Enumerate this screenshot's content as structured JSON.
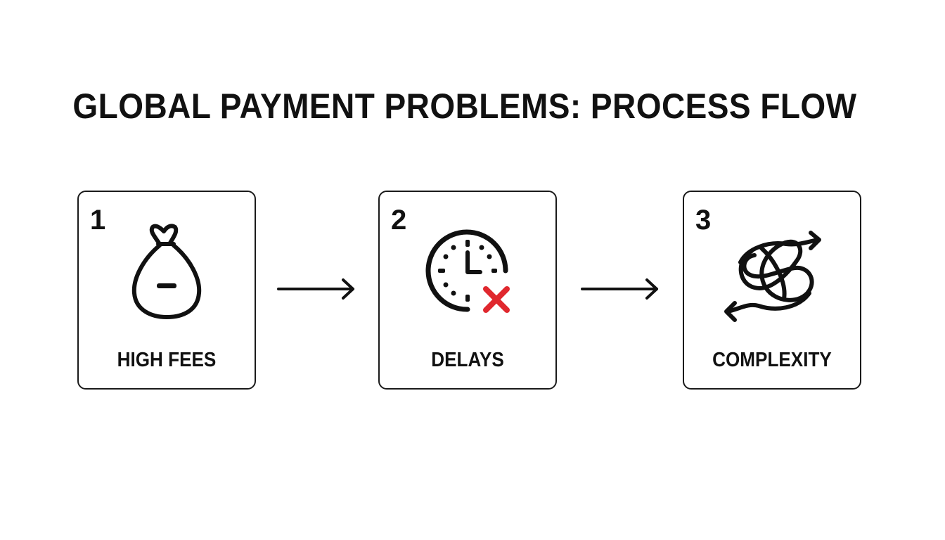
{
  "diagram": {
    "title": "GLOBAL PAYMENT PROBLEMS: PROCESS FLOW",
    "steps": [
      {
        "number": "1",
        "label": "HIGH FEES",
        "icon": "money-bag-minus-icon"
      },
      {
        "number": "2",
        "label": "DELAYS",
        "icon": "clock-cross-icon"
      },
      {
        "number": "3",
        "label": "COMPLEXITY",
        "icon": "tangled-arrows-icon"
      }
    ],
    "connectors": [
      "right-arrow",
      "right-arrow"
    ],
    "colors": {
      "ink": "#111111",
      "accent_red": "#e0282e",
      "background": "#ffffff"
    }
  }
}
